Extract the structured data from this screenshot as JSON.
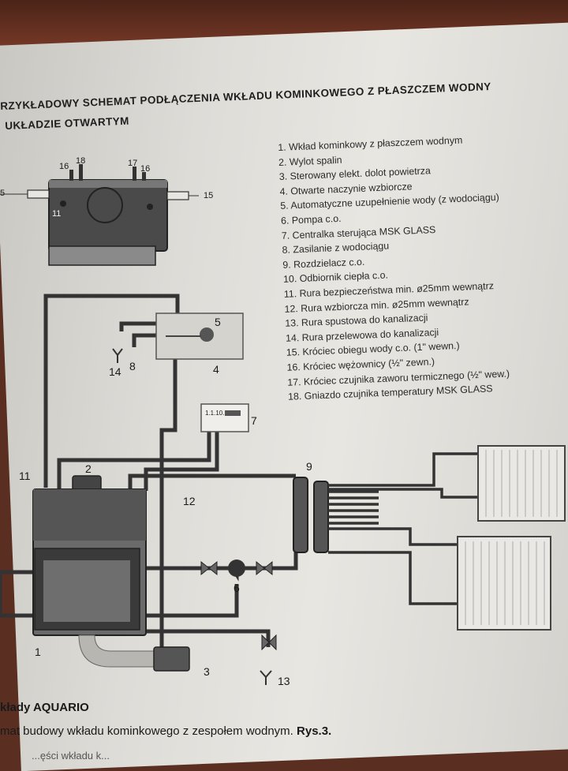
{
  "title_line1": "RZYKŁADOWY SCHEMAT PODŁĄCZENIA WKŁADU KOMINKOWEGO Z PŁASZCZEM WODNY",
  "title_line2": "UKŁADZIE OTWARTYM",
  "legend": [
    "1. Wkład kominkowy z płaszczem wodnym",
    "2. Wylot spalin",
    "3. Sterowany elekt. dolot powietrza",
    "4. Otwarte naczynie wzbiorcze",
    "5. Automatyczne uzupełnienie wody (z wodociągu)",
    "6. Pompa c.o.",
    "7. Centralka sterująca MSK GLASS",
    "8. Zasilanie z wodociągu",
    "9. Rozdzielacz c.o.",
    "10. Odbiornik ciepła c.o.",
    "11. Rura bezpieczeństwa min. ø25mm wewnątrz",
    "12. Rura wzbiorcza min. ø25mm wewnątrz",
    "13. Rura spustowa do kanalizacji",
    "14. Rura przelewowa do kanalizacji",
    "15. Króciec obiegu wody c.o. (1\" wewn.)",
    "16. Króciec wężownicy (½\" zewn.)",
    "17. Króciec czujnika zaworu termicznego (½\" wew.)",
    "18. Gniazdo czujnika temperatury MSK GLASS"
  ],
  "diagram_labels": {
    "top_16a": "16",
    "top_18": "18",
    "top_17": "17",
    "top_16b": "16",
    "left_5": "5",
    "right_15": "15",
    "top_11": "11",
    "tank_5": "5",
    "tank_4": "4",
    "l_14": "14",
    "l_8": "8",
    "ctrl_7": "7",
    "l_2": "2",
    "l_11": "11",
    "l_12": "12",
    "l_9": "9",
    "l_6": "6",
    "l_1": "1",
    "l_3": "3",
    "l_13": "13"
  },
  "controller_display": "1.1.10.",
  "caption_line1": "kłady AQUARIO",
  "caption_line2_a": "mat budowy wkładu kominkowego z zespołem wodnym. ",
  "caption_line2_b": "Rys.3.",
  "caption_line3": "...ęści wkładu k..."
}
